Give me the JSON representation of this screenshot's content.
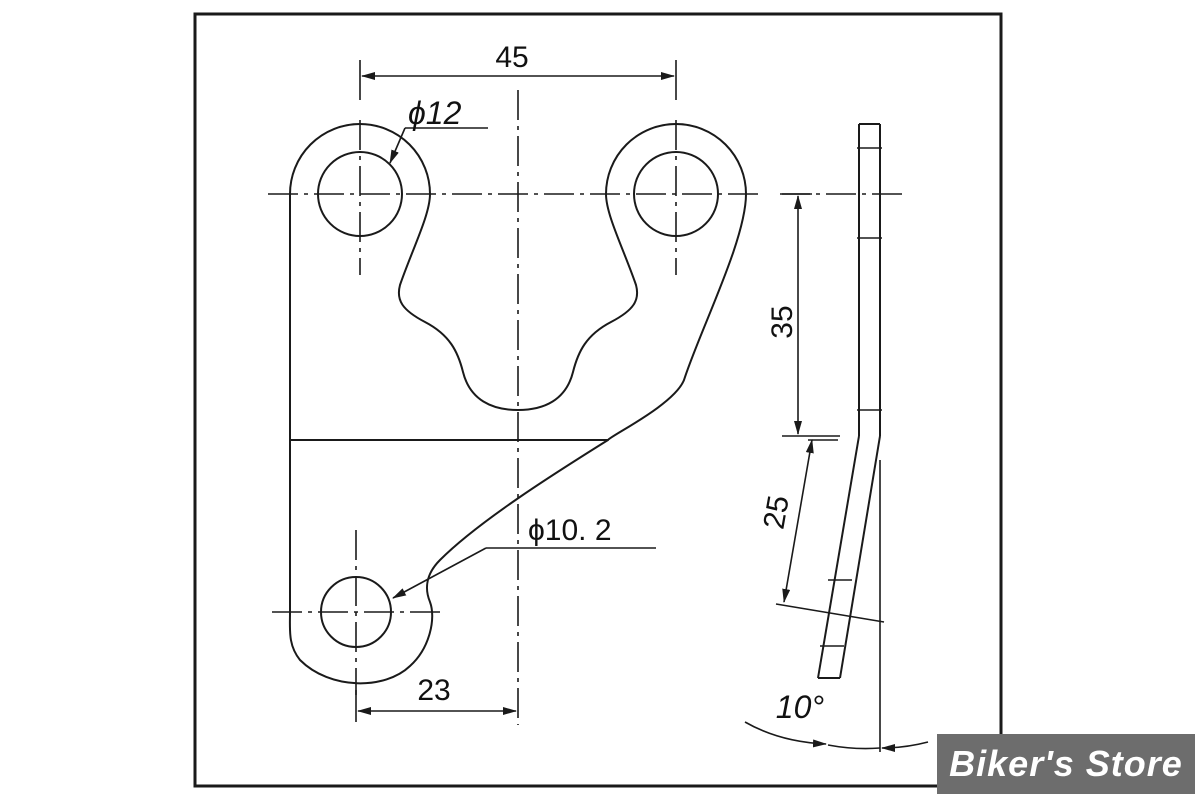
{
  "dimensions": {
    "hole_spacing": "45",
    "top_hole_diameter": "ϕ12",
    "bottom_hole_diameter": "ϕ10. 2",
    "bottom_hole_offset": "23",
    "upper_length": "35",
    "lower_length": "25",
    "bend_angle": "10°"
  },
  "watermark": "Biker's Store"
}
